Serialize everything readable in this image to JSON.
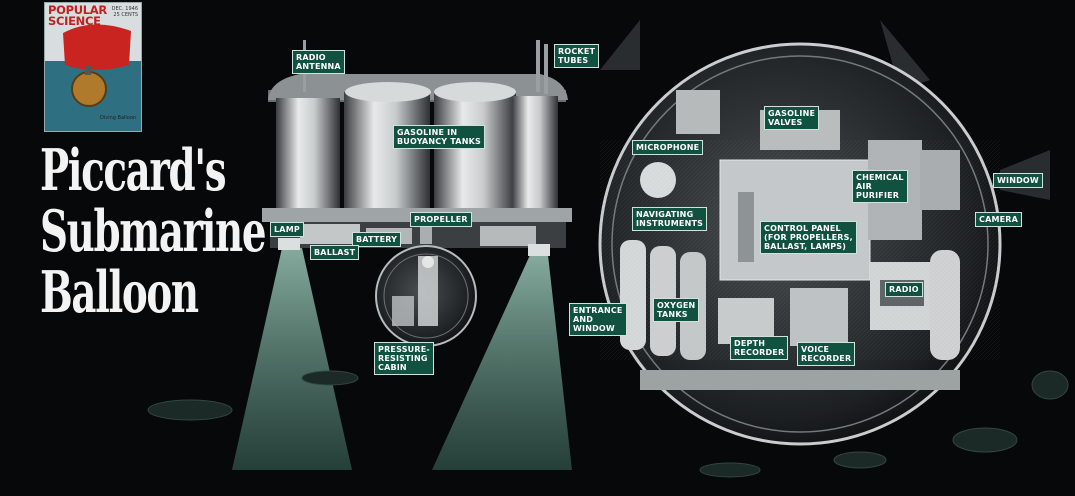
{
  "title": [
    "Piccard's",
    "Submarine",
    "Balloon"
  ],
  "cover": {
    "masthead": "POPULAR SCIENCE",
    "issue": "DEC. 1946\n25 CENTS",
    "caption": "Diving Balloon"
  },
  "labels": {
    "radio_antenna": "RADIO\nANTENNA",
    "rocket_tubes": "ROCKET\nTUBES",
    "gasoline_buoyancy": "GASOLINE IN\nBUOYANCY TANKS",
    "lamp": "LAMP",
    "propeller": "PROPELLER",
    "battery": "BATTERY",
    "ballast": "BALLAST",
    "pressure_cabin": "PRESSURE-\nRESISTING\nCABIN",
    "entrance_window": "ENTRANCE\nAND\nWINDOW",
    "oxygen_tanks": "OXYGEN\nTANKS",
    "navigating_instruments": "NAVIGATING\nINSTRUMENTS",
    "microphone": "MICROPHONE",
    "gasoline_valves": "GASOLINE\nVALVES",
    "chemical_air_purifier": "CHEMICAL\nAIR\nPURIFIER",
    "window": "WINDOW",
    "camera": "CAMERA",
    "control_panel": "CONTROL PANEL\n(FOR PROPELLERS,\nBALLAST, LAMPS)",
    "radio": "RADIO",
    "depth_recorder": "DEPTH\nRECORDER",
    "voice_recorder": "VOICE\nRECORDER"
  },
  "colors": {
    "background": "#070809",
    "label_fill": "#10523f",
    "beam": "#7fb5a4",
    "title_text": "#f3f3f3",
    "cover_red": "#c1201c"
  }
}
